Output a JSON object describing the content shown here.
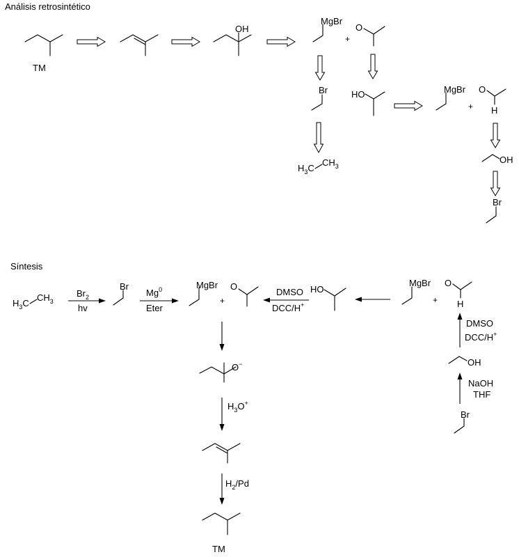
{
  "retro": {
    "title": "Análisis retrosintético",
    "tm_label": "TM",
    "oh": "OH",
    "mgbr": "MgBr",
    "plus": "+",
    "o": "O",
    "br": "Br",
    "ho": "HO",
    "h": "H",
    "h3c": "H",
    "h3c_sub": "3",
    "h3c_c": "C",
    "ch3": "CH",
    "ch3_sub": "3"
  },
  "synth": {
    "title": "Síntesis",
    "br2": "Br",
    "br2_sub": "2",
    "hv": "hv",
    "mg": "Mg",
    "mg_sup": "0",
    "eter": "Eter",
    "dmso": "DMSO",
    "dcc": "DCC/H",
    "dcc_sup": "+",
    "o_minus": "O",
    "o_minus_sup": "−",
    "h3o": "H",
    "h3o_sub": "3",
    "h3o_o": "O",
    "h3o_sup": "+",
    "h2pd": "H",
    "h2pd_sub": "2",
    "h2pd_rest": "/Pd",
    "naoh": "NaOH",
    "thf": "THF",
    "tm_label": "TM"
  }
}
